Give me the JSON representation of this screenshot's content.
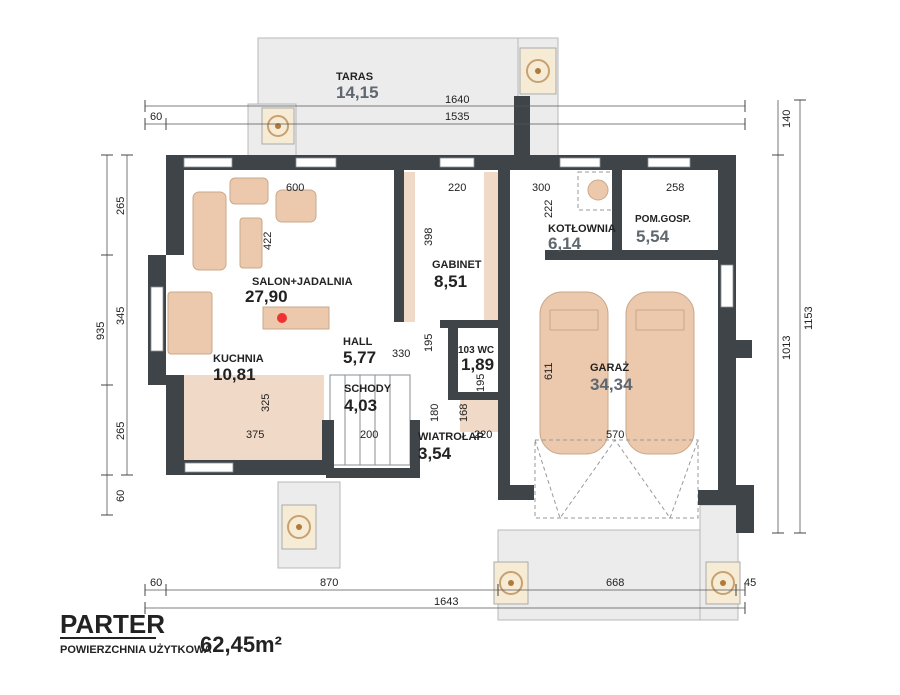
{
  "rooms": [
    {
      "name": "TARAS",
      "area": "14,15"
    },
    {
      "name": "SALON+JADALNIA",
      "area": "27,90"
    },
    {
      "name": "GABINET",
      "area": "8,51"
    },
    {
      "name": "KOTŁOWNIA",
      "area": "6,14"
    },
    {
      "name": "POM.GOSP.",
      "area": "5,54"
    },
    {
      "name": "HALL",
      "area": "5,77"
    },
    {
      "name": "103 WC",
      "area": "1,89"
    },
    {
      "name": "KUCHNIA",
      "area": "10,81"
    },
    {
      "name": "SCHODY",
      "area": "4,03"
    },
    {
      "name": "GARAŻ",
      "area": "34,34"
    },
    {
      "name": "WIATROŁAP",
      "area": "3,54"
    }
  ],
  "dimensions": {
    "top_1640": "1640",
    "top_60": "60",
    "top_1535": "1535",
    "right_140": "140",
    "right_1013": "1013",
    "right_1153": "1153",
    "left_935": "935",
    "left_265a": "265",
    "left_345": "345",
    "left_265b": "265",
    "left_60": "60",
    "bottom_60": "60",
    "bottom_870": "870",
    "bottom_668": "668",
    "bottom_45": "45",
    "bottom_1643": "1643",
    "in_600": "600",
    "in_422": "422",
    "in_220a": "220",
    "in_398": "398",
    "in_300": "300",
    "in_222": "222",
    "in_258": "258",
    "in_195a": "195",
    "in_330": "330",
    "in_325": "325",
    "in_611": "611",
    "in_195b": "195",
    "in_180": "180",
    "in_168": "168",
    "in_375": "375",
    "in_200": "200",
    "in_220b": "220",
    "in_570": "570"
  },
  "title": "PARTER",
  "subtitle": "POWIERZCHNIA UŻYTKOWA",
  "total_area": "62,45m²",
  "colors": {
    "wall": "#3f4449",
    "floor": "#f1d9c8",
    "area_text": "#5f6770"
  }
}
